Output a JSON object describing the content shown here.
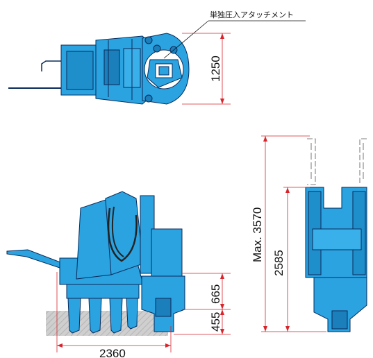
{
  "callout": {
    "label": "単独圧入アタッチメント"
  },
  "dimensions": {
    "top_width": "1250",
    "side_upper_height": "665",
    "side_lower_height": "455",
    "side_length": "2360",
    "front_max_height": "Max. 3570",
    "front_body_height": "2585"
  },
  "colors": {
    "machine_blue": "#2aa3e0",
    "outline": "#0a2a5a",
    "dimension_red": "#d8242b",
    "ground_gray": "#c4c4c4"
  }
}
